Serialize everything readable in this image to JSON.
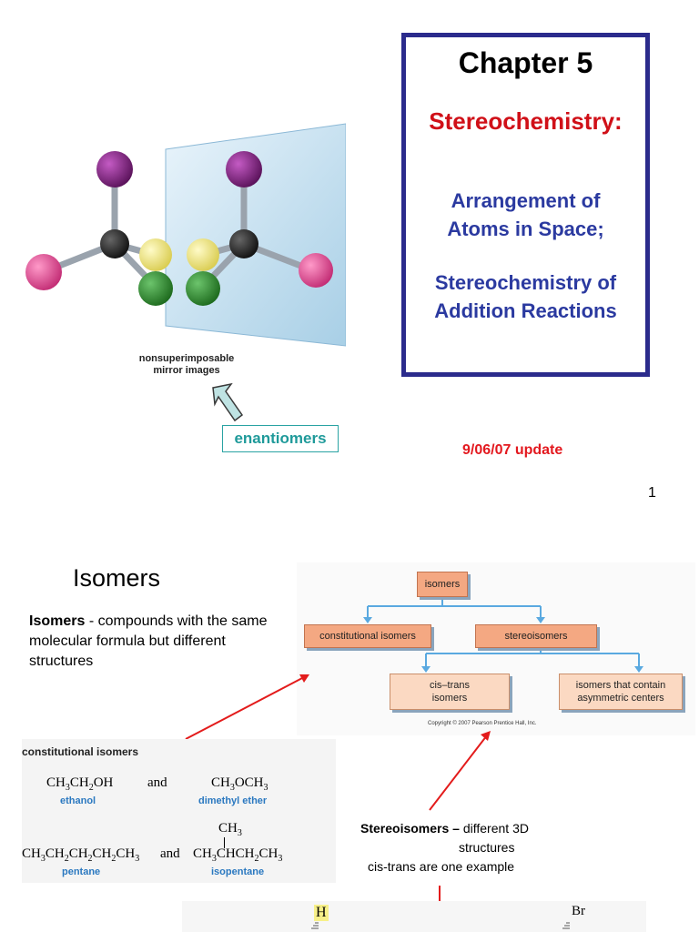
{
  "slide1": {
    "caption_line1": "nonsuperimposable",
    "caption_line2": "mirror images",
    "enantiomers_label": "enantiomers",
    "chapter_title": "Chapter 5",
    "chapter_subtitle": "Stereochemistry:",
    "topic1_line1": "Arrangement of",
    "topic1_line2": "Atoms in Space;",
    "topic2_line1": "Stereochemistry of",
    "topic2_line2": "Addition Reactions",
    "update": "9/06/07 update",
    "page_number": "1",
    "colors": {
      "blue_border": "#2b2b8c",
      "red": "#d01018",
      "teal": "#1f9a9a"
    }
  },
  "slide2": {
    "title": "Isomers",
    "def_term": "Isomers",
    "def_rest": " - compounds with the same molecular formula but different structures",
    "diagram": {
      "isomers": "isomers",
      "constitutional": "constitutional isomers",
      "stereoisomers": "stereoisomers",
      "cistrans_line1": "cis–trans",
      "cistrans_line2": "isomers",
      "asym_line1": "isomers that contain",
      "asym_line2": "asymmetric centers",
      "copyright": "Copyright © 2007 Pearson Prentice Hall, Inc."
    },
    "constitutional_isomers": {
      "heading": "constitutional isomers",
      "and": "and",
      "ethanol": "ethanol",
      "dimethyl_ether": "dimethyl ether",
      "pentane": "pentane",
      "isopentane": "isopentane"
    },
    "stereo_term": "Stereoisomers –",
    "stereo_rest": " different 3D",
    "stereo_line2": "structures",
    "stereo_line3": "cis-trans are one example",
    "bottom_H": "H",
    "bottom_Br": "Br"
  }
}
